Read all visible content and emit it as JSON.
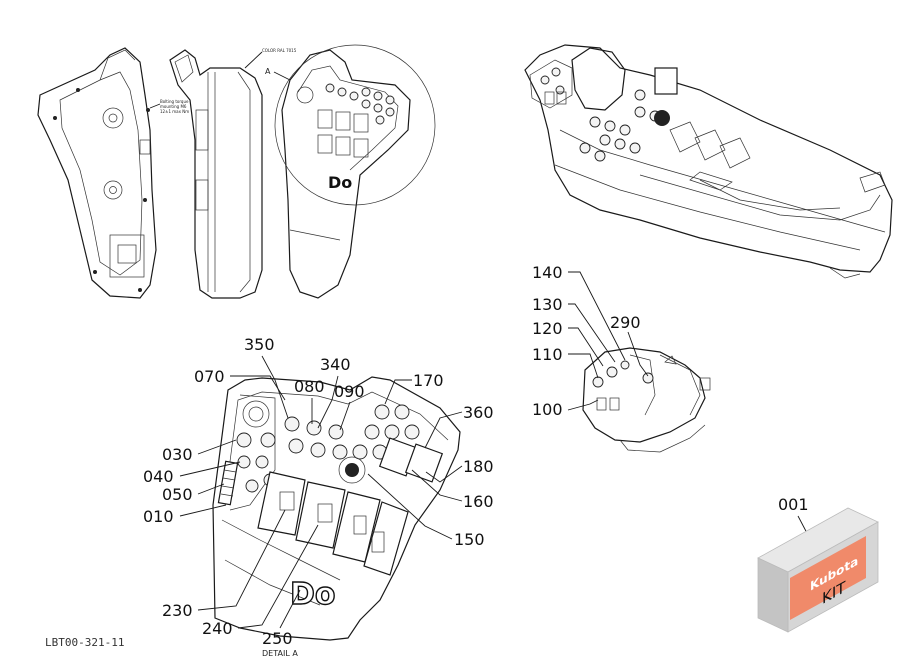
{
  "callouts_detail": [
    "350",
    "070",
    "080",
    "340",
    "090",
    "170",
    "360",
    "030",
    "040",
    "050",
    "010",
    "180",
    "160",
    "150",
    "230",
    "240",
    "250"
  ],
  "callouts_small": [
    "140",
    "130",
    "290",
    "120",
    "110",
    "100"
  ],
  "kit": {
    "number": "001",
    "brand": "Kubota",
    "label": "KIT"
  },
  "notes": {
    "color": "COLOR RAL 7015",
    "detail_ref": "A",
    "bolting_torque": [
      "Bolting torque",
      "mounting M6",
      "12±1 max Nm"
    ]
  },
  "detail_caption": "DETAIL A",
  "logo_text": "Do",
  "footer_code": "LBT00-321-11"
}
